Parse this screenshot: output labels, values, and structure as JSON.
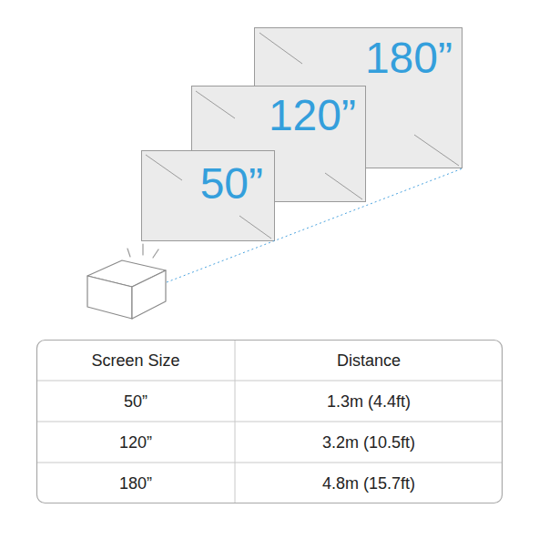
{
  "diagram": {
    "nodes": [
      {
        "text": [
          "180”"
        ]
      },
      {
        "text": [
          "120”"
        ]
      },
      {
        "text": [
          "50”"
        ]
      }
    ],
    "labels": [
      "Screen Size",
      "Distance",
      "50”",
      "1.3m (4.4ft)",
      "120”",
      "3.2m (10.5ft)",
      "180”",
      "4.8m (15.7ft)"
    ]
  }
}
